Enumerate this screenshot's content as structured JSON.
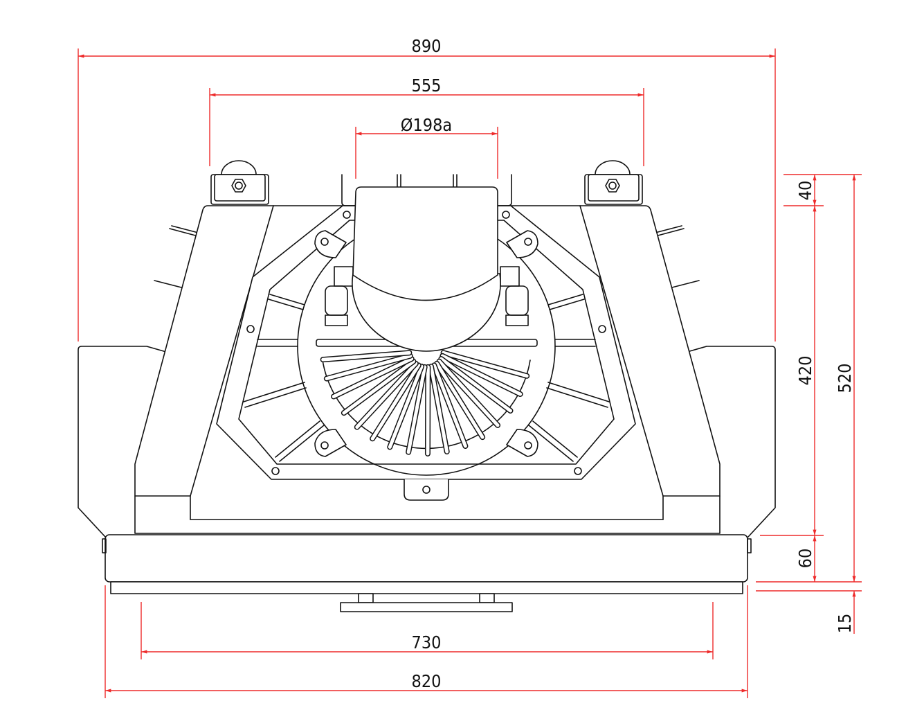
{
  "drawing": {
    "colors": {
      "outline": "#111111",
      "dimension": "#ee2a2a",
      "background": "#ffffff"
    },
    "dimensions": {
      "overall_width": "890",
      "mount_spacing": "555",
      "outlet_diameter": "Ø198a",
      "base_width": "820",
      "base_hole_spacing": "730",
      "top_tab_height": "40",
      "body_height": "420",
      "base_height": "60",
      "total_height": "520",
      "foot_height": "15"
    },
    "impeller_vane_count": 16
  }
}
